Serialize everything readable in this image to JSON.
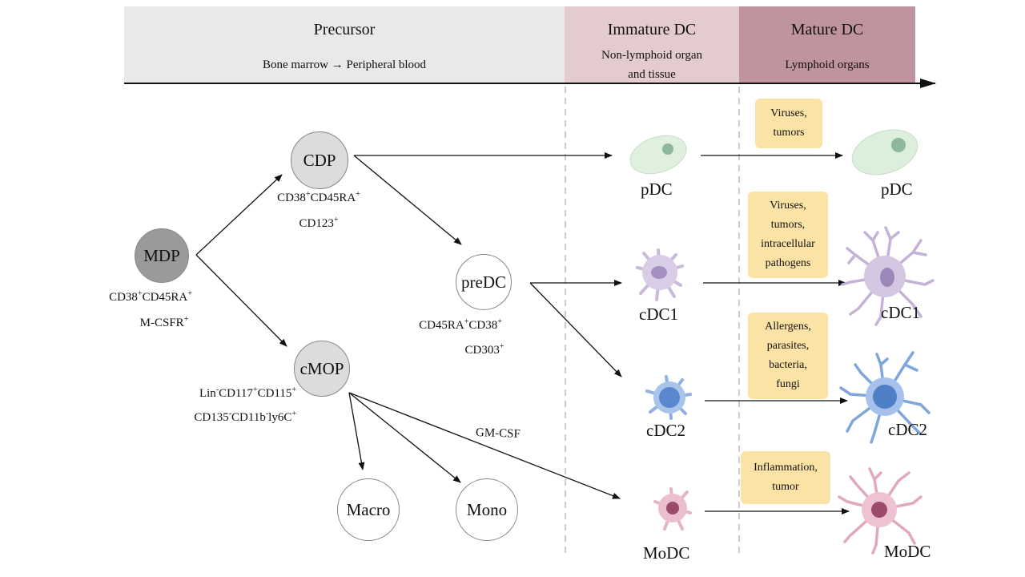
{
  "timeline": {
    "stages": [
      {
        "title": "Precursor",
        "subtitle": "Bone marrow → Peripheral blood"
      },
      {
        "title": "Immature DC",
        "subtitle_line1": "Non-lymphoid organ",
        "subtitle_line2": "and tissue"
      },
      {
        "title": "Mature DC",
        "subtitle": "Lymphoid organs"
      }
    ]
  },
  "precursors": {
    "mdp": {
      "label": "MDP",
      "markers_line1": [
        "CD38",
        "+",
        "CD45RA",
        "+"
      ],
      "markers_line2": [
        "M-CSFR",
        "+"
      ]
    },
    "cdp": {
      "label": "CDP",
      "markers_line1": [
        "CD38",
        "+",
        "CD45RA",
        "+"
      ],
      "markers_line2": [
        "CD123",
        "+"
      ]
    },
    "cmop": {
      "label": "cMOP",
      "markers_line1": [
        "Lin",
        "-",
        "CD117",
        "+",
        "CD115",
        "+"
      ],
      "markers_line2": [
        "CD135",
        "-",
        "CD11b",
        "-",
        "ly6C",
        "+"
      ]
    },
    "predc": {
      "label": "preDC",
      "markers_line1": [
        "CD45RA",
        "+",
        "CD38",
        "+"
      ],
      "markers_line2": [
        "CD303",
        "+"
      ]
    },
    "macro": {
      "label": "Macro"
    },
    "mono": {
      "label": "Mono"
    }
  },
  "edge_labels": {
    "gm_csf": "GM-CSF"
  },
  "immature_cells": [
    {
      "id": "pdc",
      "label": "pDC"
    },
    {
      "id": "cdc1",
      "label": "cDC1"
    },
    {
      "id": "cdc2",
      "label": "cDC2"
    },
    {
      "id": "modc",
      "label": "MoDC"
    }
  ],
  "mature_cells": [
    {
      "id": "pdc",
      "label": "pDC"
    },
    {
      "id": "cdc1",
      "label": "cDC1"
    },
    {
      "id": "cdc2",
      "label": "cDC2"
    },
    {
      "id": "modc",
      "label": "MoDC"
    }
  ],
  "stimuli": [
    {
      "lines": [
        "Viruses,",
        "tumors"
      ]
    },
    {
      "lines": [
        "Viruses,",
        "tumors,",
        "intracellular",
        "pathogens"
      ]
    },
    {
      "lines": [
        "Allergens,",
        "parasites,",
        "bacteria,",
        "fungi"
      ]
    },
    {
      "lines": [
        "Inflammation,",
        "tumor"
      ]
    }
  ],
  "colors": {
    "precursor_band": "#e9e9e9",
    "immature_band": "#e3cbd0",
    "mature_band": "#bf949e",
    "mdp_fill": "#9a9a9a",
    "cdp_fill": "#dcdcdc",
    "stimulus_box": "#fbe3a6",
    "pdc": "#d6ecd6",
    "cdc1": "#c4b3d6",
    "cdc2": "#7fa6dc",
    "modc": "#e7b0c2"
  }
}
